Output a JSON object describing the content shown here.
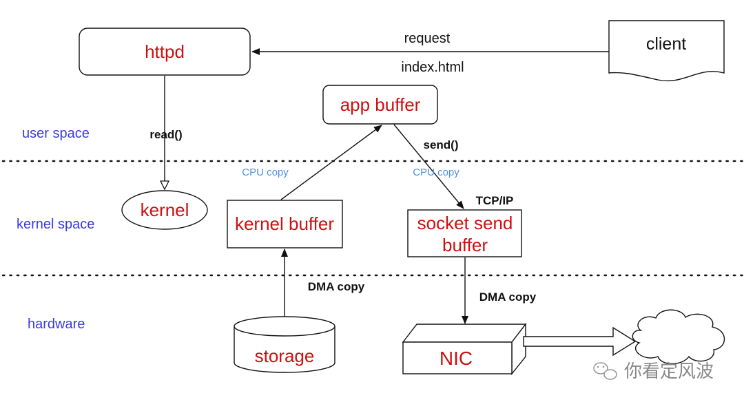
{
  "layers": {
    "user_space": "user space",
    "kernel_space": "kernel space",
    "hardware": "hardware"
  },
  "nodes": {
    "httpd": "httpd",
    "client": "client",
    "app_buffer": "app buffer",
    "kernel": "kernel",
    "kernel_buffer": "kernel buffer",
    "socket_send_buffer_line1": "socket send",
    "socket_send_buffer_line2": "buffer",
    "storage": "storage",
    "nic": "NIC"
  },
  "edges": {
    "request": "request",
    "index_html": "index.html",
    "read": "read()",
    "send": "send()",
    "cpu_copy_left": "CPU copy",
    "cpu_copy_right": "CPU copy",
    "tcp_ip": "TCP/IP",
    "dma_copy_left": "DMA copy",
    "dma_copy_right": "DMA copy"
  },
  "watermark": "你看定风波",
  "colors": {
    "node_text": "#cc1111",
    "layer_text": "#3a3add",
    "cpu_copy_text": "#4a90e2",
    "edge_text": "#111111"
  }
}
